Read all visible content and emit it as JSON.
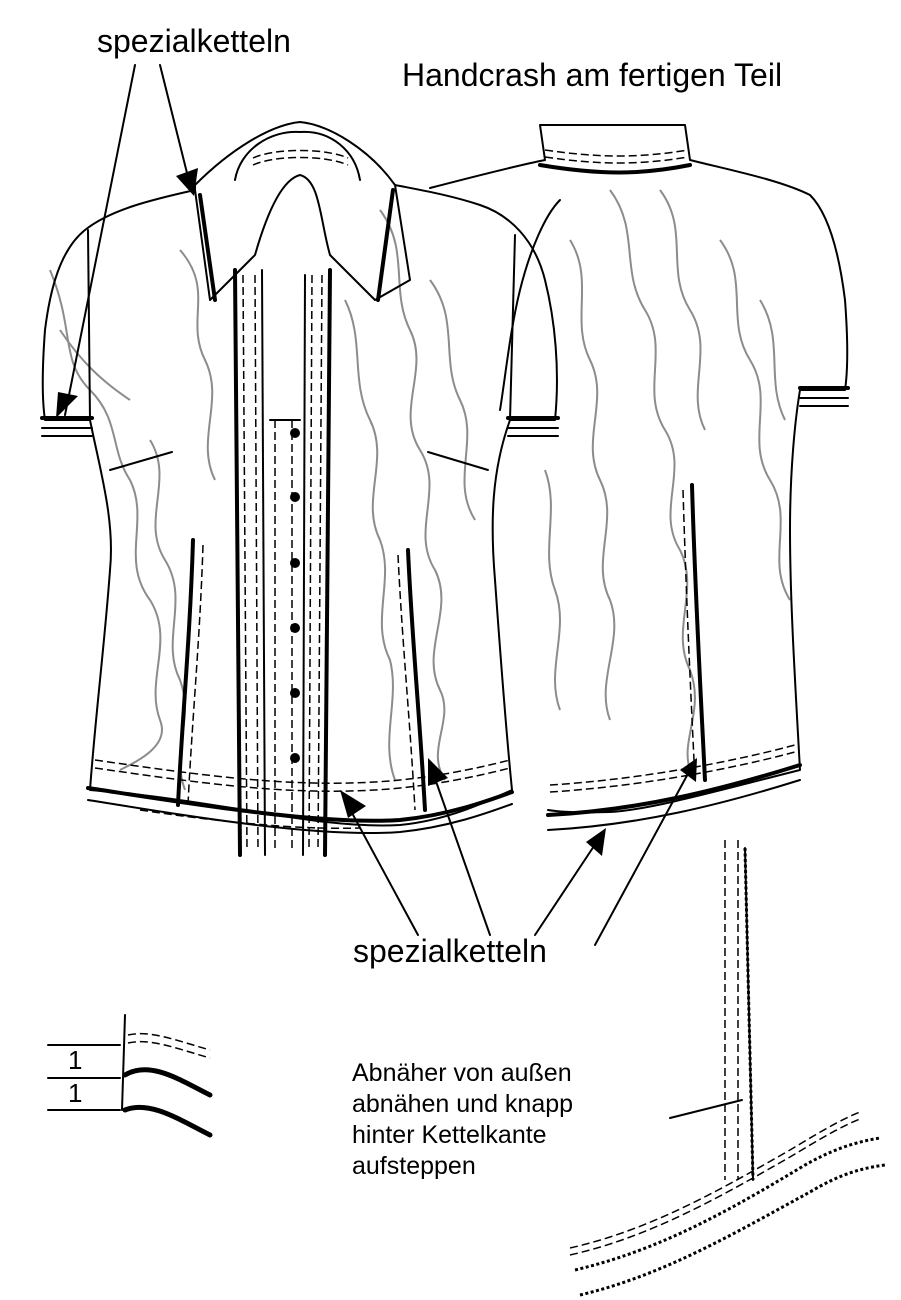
{
  "labels": {
    "top_left": "spezialketteln",
    "top_right": "Handcrash am fertigen Teil",
    "bottom_center": "spezialketteln",
    "note_lines": [
      "Abnäher von außen",
      "abnähen und knapp",
      "hinter Kettelkante",
      "aufsteppen"
    ],
    "dim_1": "1",
    "dim_2": "1"
  },
  "colors": {
    "line": "#000000",
    "crash_texture": "#8c8c8c",
    "background": "#ffffff"
  }
}
